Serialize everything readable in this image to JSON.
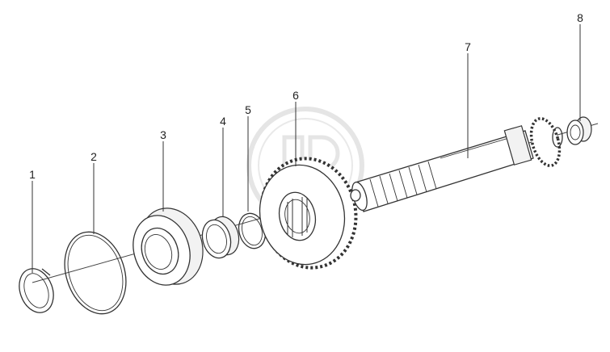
{
  "callouts": [
    "1",
    "2",
    "3",
    "4",
    "5",
    "6",
    "7",
    "8"
  ],
  "colors": {
    "line": "#333333",
    "background": "#ffffff",
    "watermark": "#d0d0d0"
  },
  "icons": {
    "watermark": "brand-logo-watermark"
  }
}
